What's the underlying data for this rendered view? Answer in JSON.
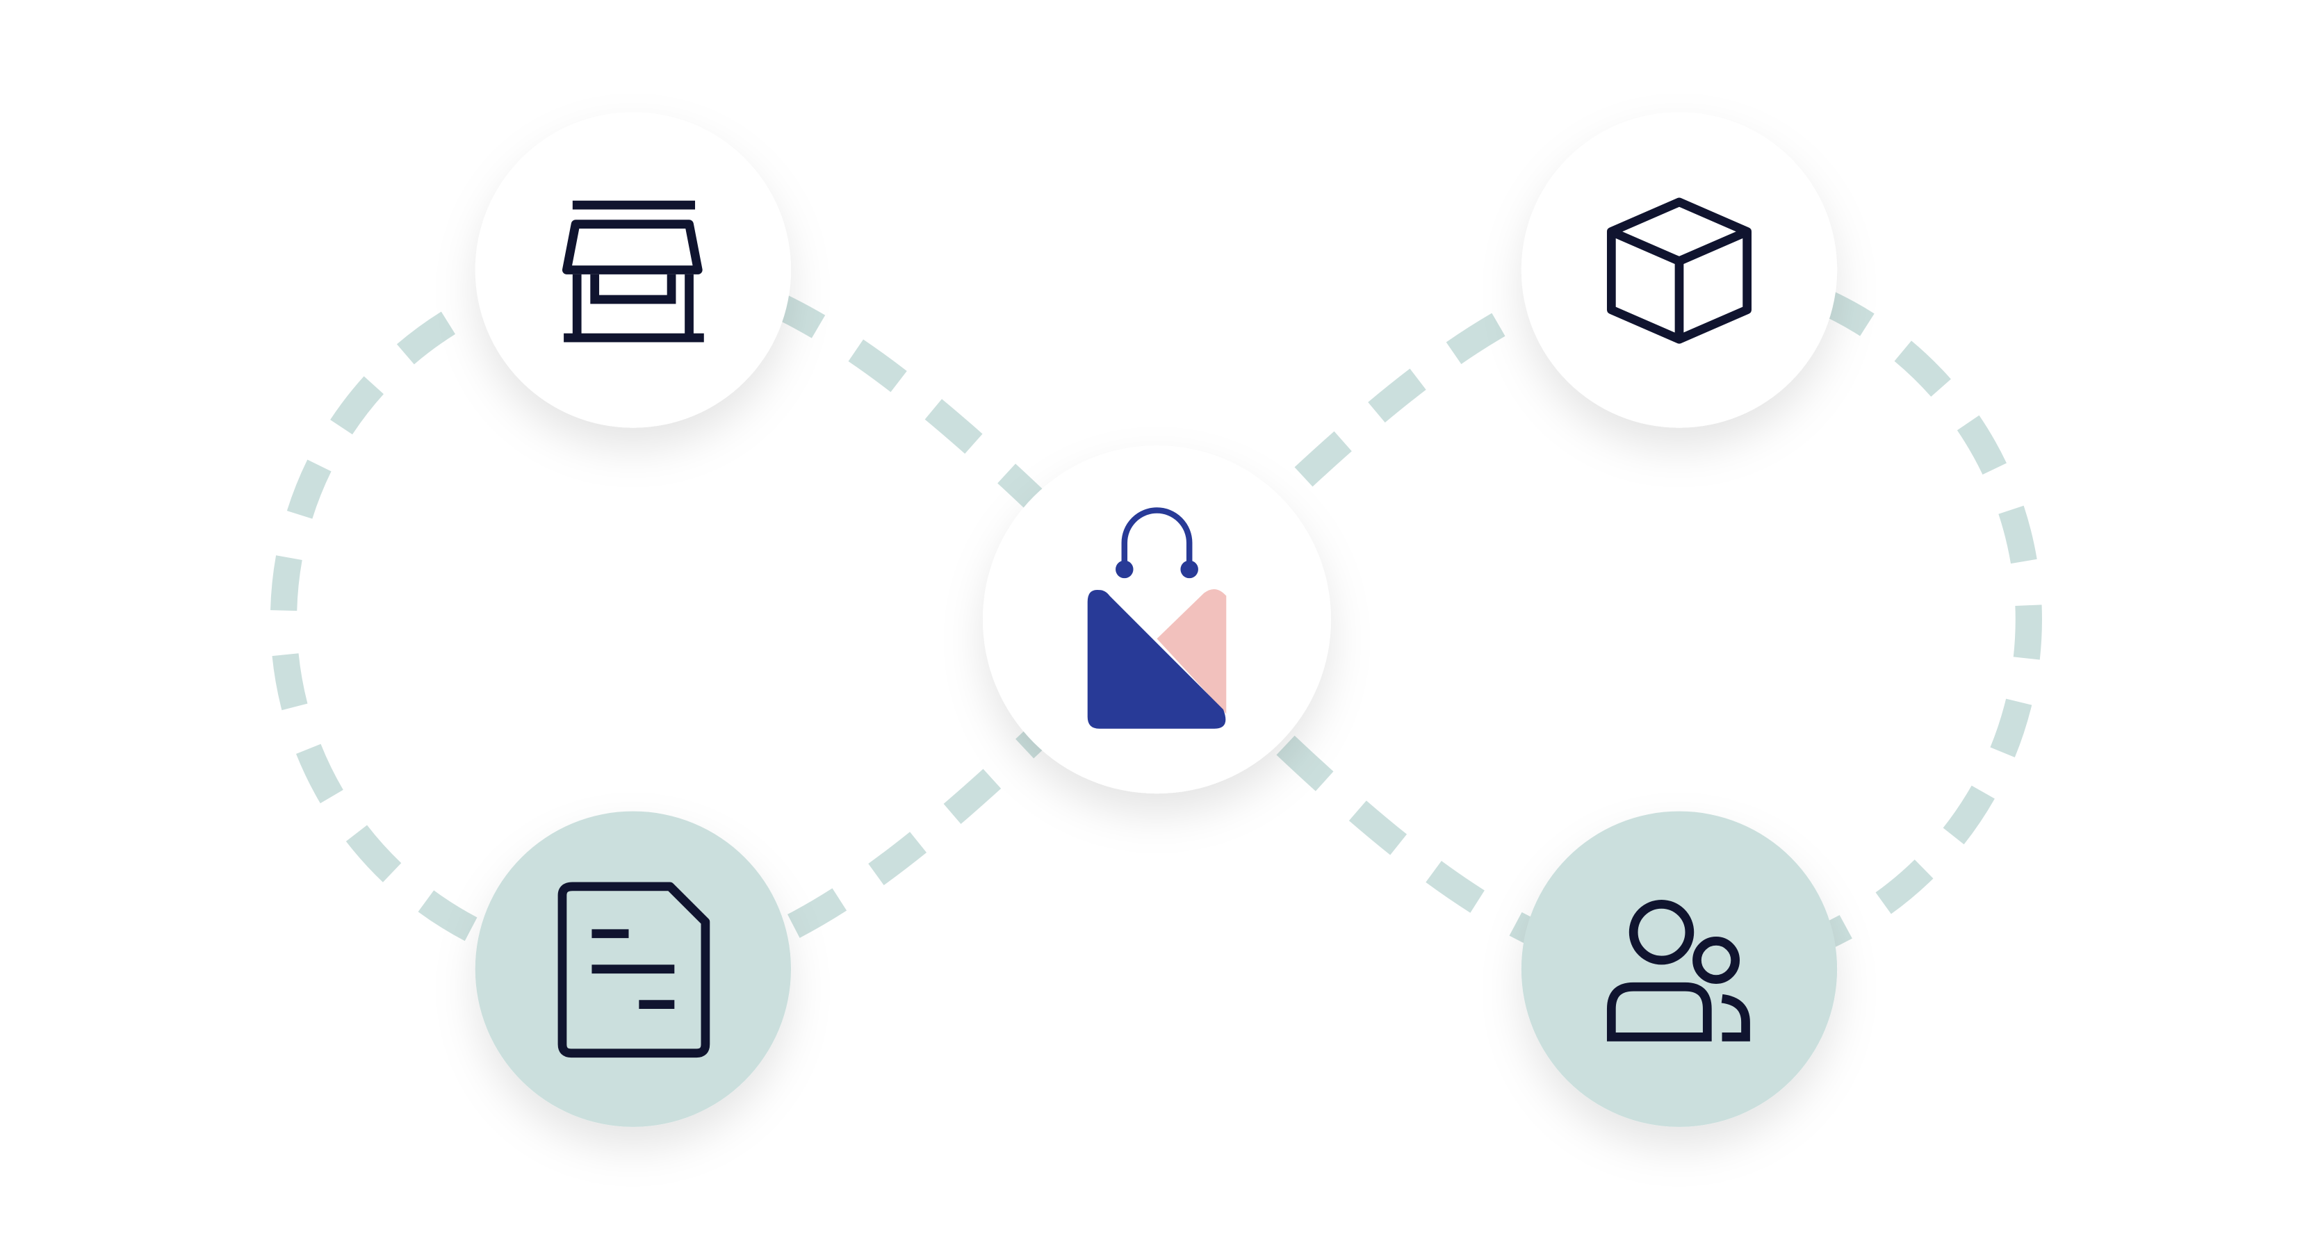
{
  "diagram": {
    "center_node": {
      "icon": "shopping-bag-icon"
    },
    "nodes": [
      {
        "id": "store",
        "icon": "storefront-icon",
        "fill": "white"
      },
      {
        "id": "package",
        "icon": "package-box-icon",
        "fill": "teal-light"
      },
      {
        "id": "document",
        "icon": "document-icon",
        "fill": "teal-light"
      },
      {
        "id": "customers",
        "icon": "users-icon",
        "fill": "teal-light"
      }
    ],
    "connector": "dashed-figure-eight-loop"
  },
  "colors": {
    "background": "#ffffff",
    "dash": "#cbdfdd",
    "teal_fill": "#cbdfdd",
    "icon_stroke": "#10142f",
    "bag_blue": "#283a97",
    "bag_pink": "#f2c1bd"
  }
}
